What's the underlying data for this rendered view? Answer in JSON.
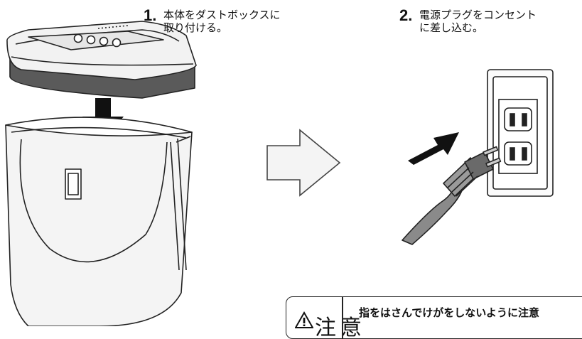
{
  "steps": [
    {
      "number": "1.",
      "lines": [
        "本体をダストボックスに",
        "取り付ける。"
      ]
    },
    {
      "number": "2.",
      "lines": [
        "電源プラグをコンセント",
        "に差し込む。"
      ]
    }
  ],
  "caution": {
    "icon": "warning-triangle-icon",
    "label": "注意",
    "text": "指をはさんでけがをしないように注意"
  },
  "illustrations": {
    "shredder_head": "shredder-head",
    "dust_box": "dust-box",
    "insert_arrow": "insert-arrow-icon",
    "step_arrow": "right-arrow-icon",
    "wall_outlet": "wall-outlet",
    "power_plug": "power-plug",
    "plug_arrow": "plug-in-arrow-icon"
  }
}
